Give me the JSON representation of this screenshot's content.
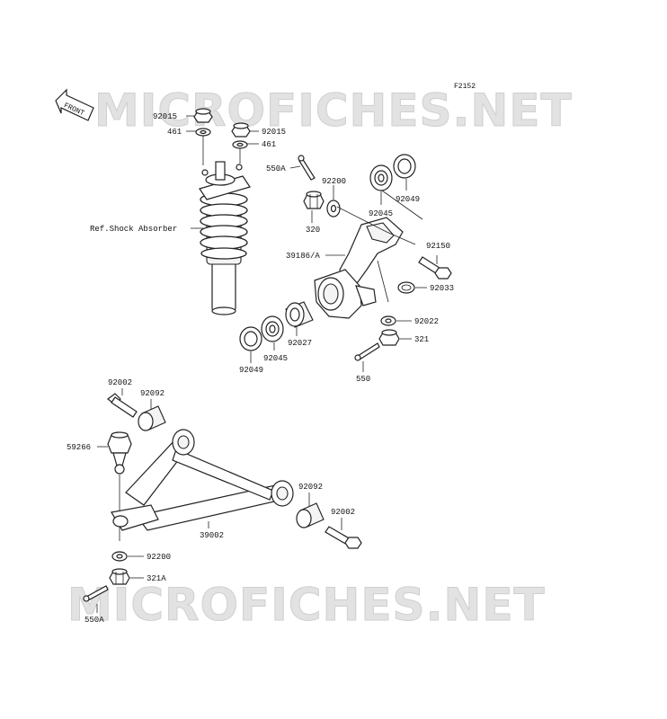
{
  "diagram": {
    "code": "F2152",
    "watermark": "MICROFICHES.NET",
    "front_marker": "FRONT",
    "ref_text": "Ref.Shock Absorber",
    "labels": {
      "p92015_l": "92015",
      "p461_l": "461",
      "p92015_r": "92015",
      "p461_r": "461",
      "p550A_top": "550A",
      "p92200_top": "92200",
      "p320": "320",
      "p92049_top": "92049",
      "p92045_top": "92045",
      "p92150": "92150",
      "p39186A": "39186/A",
      "p92033": "92033",
      "p92022": "92022",
      "p321": "321",
      "p92027": "92027",
      "p92045_bot": "92045",
      "p92049_bot": "92049",
      "p550": "550",
      "p92002_l": "92002",
      "p92092_l": "92092",
      "p59266": "59266",
      "p92092_r": "92092",
      "p92002_r": "92002",
      "p39002": "39002",
      "p92200_bot": "92200",
      "p321A": "321A",
      "p550A_bot": "550A"
    }
  }
}
